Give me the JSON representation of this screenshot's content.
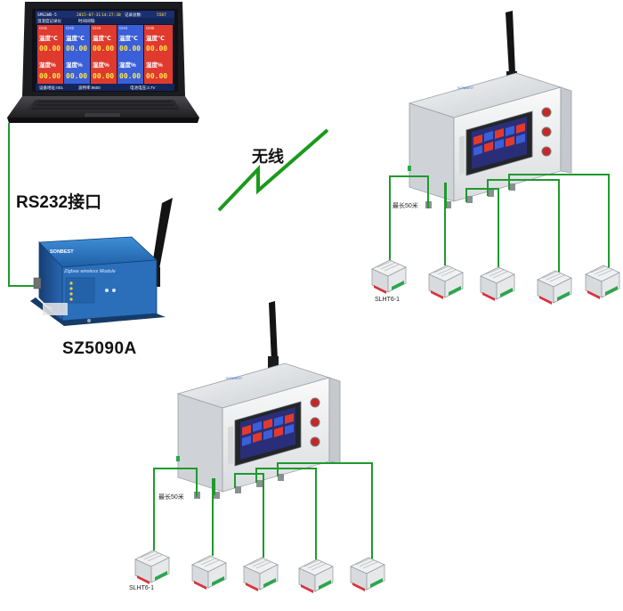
{
  "labels": {
    "interface": "RS232接口",
    "wireless": "无线",
    "gateway_model": "SZ5090A",
    "max_distance_1": "最长50米",
    "max_distance_2": "最长50米",
    "sensor_model_1": "SLHT6-1",
    "sensor_model_2": "SLHT6-1"
  },
  "gateway": {
    "brand": "SONBEST",
    "panel_text": "Zigbee wireless Module"
  },
  "laptop_screen": {
    "header_left": "SMS2WD-5",
    "header_date": "2015-07-31",
    "header_time": "14:27:30",
    "header_right": "记录总数:",
    "header_count": "5587",
    "subheader_left": "温湿度记录仪",
    "subheader_mid": "时间间隔:",
    "grid": [
      [
        "CH1",
        "CH2",
        "CH3",
        "CH4",
        "CH5"
      ],
      [
        "温度℃",
        "温度℃",
        "温度℃",
        "温度℃",
        "温度℃"
      ],
      [
        "00.00",
        "00.00",
        "00.00",
        "00.00",
        "00.00"
      ],
      [
        "湿度%",
        "湿度%",
        "湿度%",
        "湿度%",
        "湿度%"
      ],
      [
        "00.00",
        "00.00",
        "00.00",
        "00.00",
        "00.00"
      ]
    ],
    "footer_left": "设备地址:001",
    "footer_mid": "波特率:9600",
    "footer_right": "电池电压:3.7V"
  },
  "colors": {
    "wire_green": "#1e9a2e",
    "lightning_green": "#1a9a1a",
    "col_red": "#e03a2e",
    "col_blue": "#3a5fd8",
    "yellow_value": "#ffe84a"
  }
}
